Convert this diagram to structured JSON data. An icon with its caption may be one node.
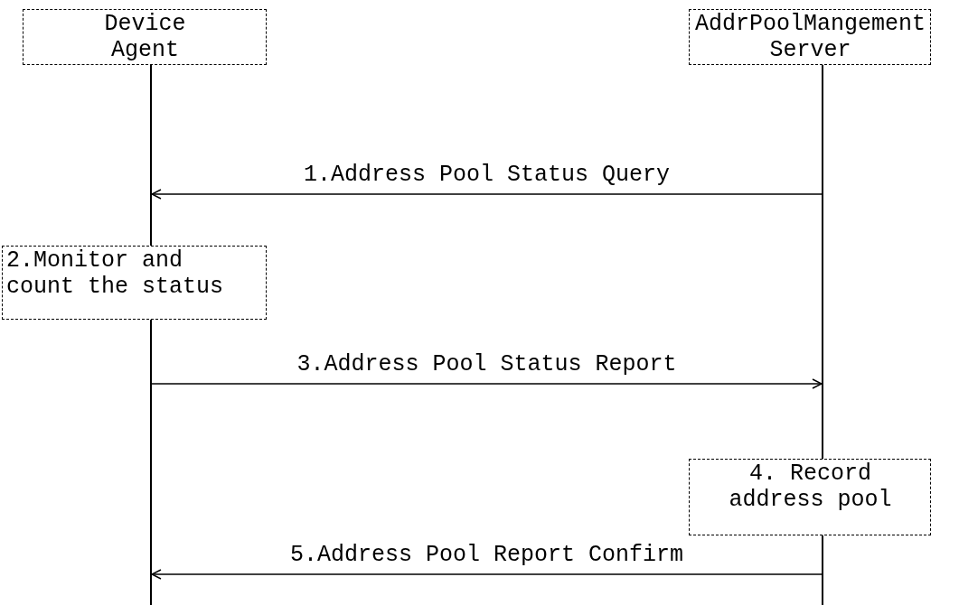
{
  "diagram": {
    "nodes": [
      {
        "text": [
          "Device Agent"
        ]
      },
      {
        "text": [
          "AddrPoolMangement Server"
        ]
      },
      {
        "text": [
          "2.Monitor and count the status"
        ]
      },
      {
        "text": [
          "4. Record address pool"
        ]
      },
      {
        "text": [],
        "shape": "line"
      },
      {
        "text": [],
        "shape": "line"
      }
    ],
    "edges": [
      {
        "from": 5,
        "to": 4,
        "arrow": "to",
        "label": "1.Address Pool Status Query"
      },
      {
        "from": 4,
        "to": 5,
        "arrow": "to",
        "label": "3.Address Pool Status Report"
      },
      {
        "from": 5,
        "to": 4,
        "arrow": "to",
        "label": "5.Address Pool Report Confirm"
      }
    ]
  }
}
